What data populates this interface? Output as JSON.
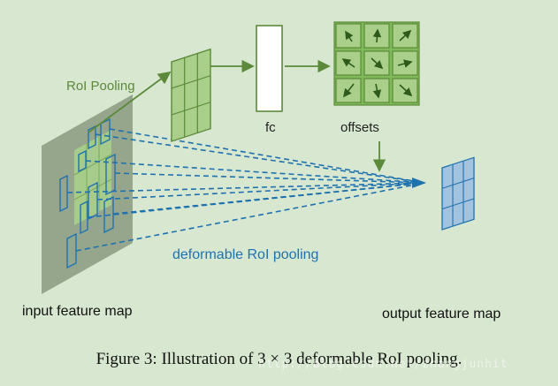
{
  "labels": {
    "roi_pooling": "RoI Pooling",
    "fc": "fc",
    "offsets": "offsets",
    "deformable_roi_pooling": "deformable RoI pooling",
    "input_feature_map": "input feature map",
    "output_feature_map": "output feature map"
  },
  "caption": "Figure 3: Illustration of 3 × 3 deformable RoI pooling.",
  "watermark": "http://blog.csdn.net/zhangjunhit",
  "colors": {
    "background": "#d8e7cf",
    "green": "#5b8a3a",
    "light_green_fill": "#a9cf8a",
    "blue": "#1f72b0",
    "blue_fill": "#a3c2de",
    "feature_map": "#8a9a80"
  },
  "icons": {
    "offset_arrows": [
      "arrow-nw-icon",
      "arrow-n-icon",
      "arrow-ne-icon",
      "arrow-w-icon",
      "arrow-se-icon",
      "arrow-e-icon",
      "arrow-sw-icon",
      "arrow-s-icon",
      "arrow-se-icon"
    ]
  }
}
